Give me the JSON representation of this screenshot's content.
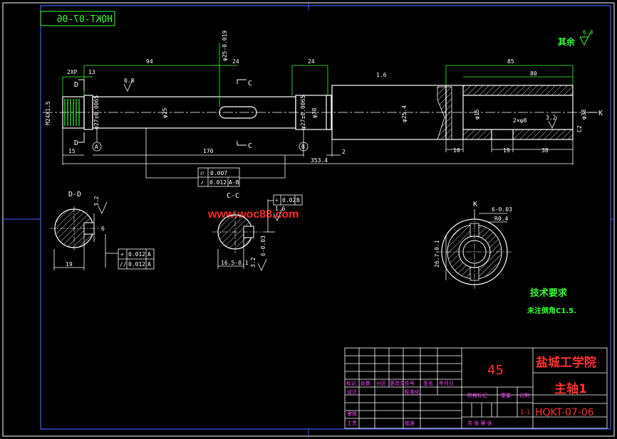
{
  "drawing": {
    "code_mirrored": "HQKT-07-06",
    "surface_rest_label": "其余",
    "surface_rest_value": "6.3",
    "watermark": "www.woc88.com"
  },
  "main_view": {
    "dims_top": [
      "2XP",
      "13",
      "94",
      "φ25-0.019",
      "24",
      "24",
      "85",
      "80",
      "1.6"
    ],
    "dims_diam": [
      "M24X1.5",
      "φ27±0.0065",
      "φ25",
      "φ27±0.0065",
      "φ38",
      "φ25.4",
      "φ15",
      "2×φ8",
      "φ38"
    ],
    "dims_bottom": [
      "15",
      "170",
      "2",
      "353.4",
      "10",
      "19",
      "38"
    ],
    "roughness": [
      "0.8",
      "3.2",
      "C2"
    ],
    "section_marks": [
      "D",
      "D",
      "C",
      "C",
      "K"
    ],
    "datum_a": "A",
    "datum_b": "B",
    "tolerance_frame": [
      {
        "symbol": "⌭",
        "value": "0.007",
        "datum": ""
      },
      {
        "symbol": "↗",
        "value": "0.012",
        "datum": "A-B"
      }
    ]
  },
  "section_dd": {
    "title": "D-D",
    "roughness": "3.2",
    "dims": [
      "6",
      "19"
    ],
    "tolerance_frame": [
      {
        "symbol": "÷",
        "value": "0.012",
        "datum": "A"
      },
      {
        "symbol": "//",
        "value": "0.012",
        "datum": "A"
      }
    ]
  },
  "section_cc": {
    "title": "C-C",
    "roughness": [
      "1.6",
      "3.2"
    ],
    "dims": [
      "16.5-0.1",
      "6-0.03"
    ],
    "tolerance_frame": [
      {
        "symbol": "÷",
        "value": "0.02",
        "datum": "B"
      }
    ]
  },
  "view_k": {
    "title": "K",
    "dims": [
      "6-0.03",
      "R0.4",
      "26.7-0.1"
    ]
  },
  "tech_req": {
    "title": "技术要求",
    "line1": "未注倒角C1.5."
  },
  "title_block": {
    "material": "45",
    "school": "盐城工学院",
    "part_name": "主轴1",
    "code": "HQKT-07-06",
    "scale": "1:1",
    "row_labels": [
      "标记",
      "处数",
      "分区",
      "更改文件号",
      "签名",
      "年月日"
    ],
    "design": "设计",
    "standardization": "标准化",
    "stage_mark": "阶段标记",
    "weight": "重量",
    "ratio": "比例",
    "review": "审核",
    "process": "工艺",
    "approve": "批准",
    "sheets": "共  张 第  张"
  }
}
